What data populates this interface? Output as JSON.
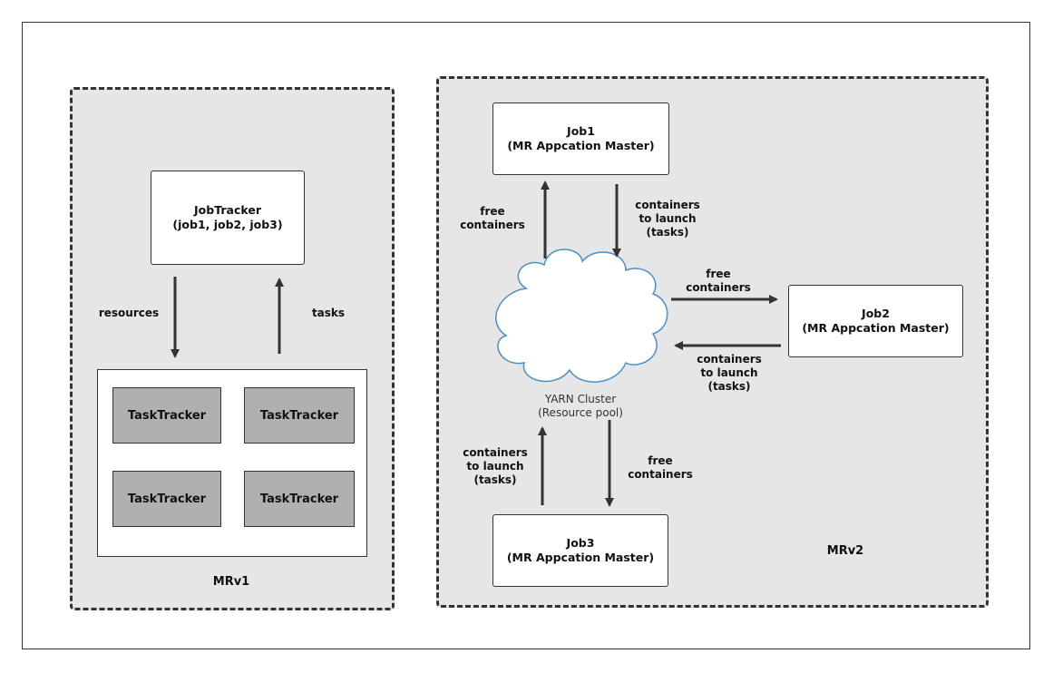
{
  "mrv1": {
    "label": "MRv1",
    "jobtracker": {
      "line1": "JobTracker",
      "line2": "(job1, job2, job3)"
    },
    "arrows": {
      "down_label": "resources",
      "up_label": "tasks"
    },
    "tasktrackers": [
      "TaskTracker",
      "TaskTracker",
      "TaskTracker",
      "TaskTracker"
    ]
  },
  "mrv2": {
    "label": "MRv2",
    "cluster": {
      "line1": "YARN Cluster",
      "line2": "(Resource pool)"
    },
    "job1": {
      "line1": "Job1",
      "line2": "(MR Appcation Master)"
    },
    "job2": {
      "line1": "Job2",
      "line2": "(MR Appcation Master)"
    },
    "job3": {
      "line1": "Job3",
      "line2": "(MR Appcation Master)"
    },
    "job1_up": [
      "free",
      "containers"
    ],
    "job1_down": [
      "containers",
      "to launch",
      "(tasks)"
    ],
    "job2_right": [
      "free",
      "containers"
    ],
    "job2_left": [
      "containers",
      "to launch",
      "(tasks)"
    ],
    "job3_up": [
      "containers",
      "to launch",
      "(tasks)"
    ],
    "job3_down": [
      "free",
      "containers"
    ]
  },
  "colors": {
    "panel_bg": "#e6e6e6",
    "tasktracker_bg": "#b0b0b0",
    "stroke": "#333333"
  }
}
